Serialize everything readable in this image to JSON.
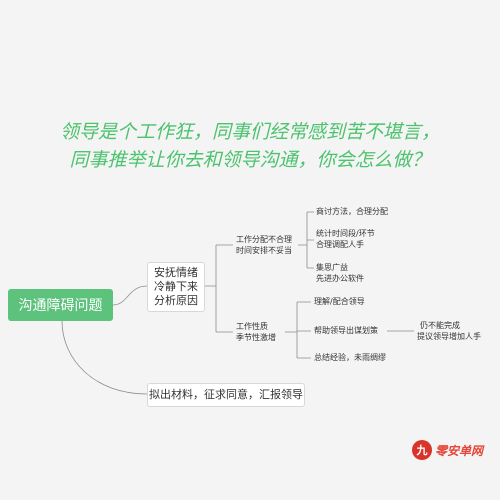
{
  "question": {
    "line1": "领导是个工作狂，同事们经常感到苦不堪言，",
    "line2": "同事推举让你去和领导沟通，你会怎么做？"
  },
  "root": {
    "label": "沟通障碍问题"
  },
  "calm": {
    "lines": [
      "安抚情绪",
      "冷静下来",
      "分析原因"
    ]
  },
  "report": {
    "label": "拟出材料，征求同意，汇报领导"
  },
  "cause_unreasonable": {
    "lines": [
      "工作分配不合理",
      "时间安排不妥当"
    ]
  },
  "discuss_methods": {
    "label": "商讨方法，合理分配"
  },
  "schedule": {
    "lines": [
      "统计时间段/环节",
      "合理调配人手"
    ]
  },
  "brainstorm": {
    "lines": [
      "集思广益",
      "先进办公软件"
    ]
  },
  "cause_seasonal": {
    "lines": [
      "工作性质",
      "季节性激增"
    ]
  },
  "understand": {
    "label": "理解/配合领导"
  },
  "help_plan": {
    "label": "帮助领导出谋划策"
  },
  "cannot_finish": {
    "lines": [
      "仍不能完成",
      "提议领导增加人手"
    ]
  },
  "summarize": {
    "label": "总结经验，未雨绸缪"
  },
  "watermark": {
    "seal": "九",
    "text": "零安单网"
  },
  "colors": {
    "accent": "#5cc27c",
    "question": "#4cc36e",
    "line": "#8c8c8c"
  }
}
